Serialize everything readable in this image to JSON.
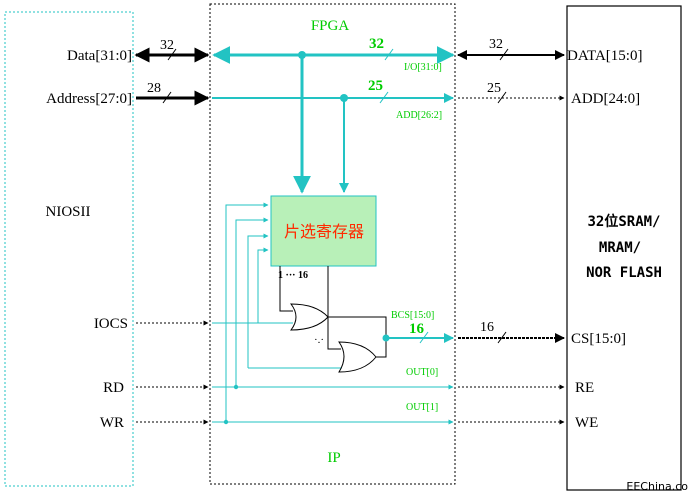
{
  "blocks": {
    "nios": "NIOSII",
    "fpga": "FPGA",
    "ip": "IP",
    "register": "片选寄存器",
    "memory": [
      "32位SRAM/",
      "MRAM/",
      "NOR FLASH"
    ]
  },
  "left_signals": {
    "data": "Data[31:0]",
    "address": "Address[27:0]",
    "iocs": "IOCS",
    "rd": "RD",
    "wr": "WR"
  },
  "right_signals": {
    "data": "DATA[15:0]",
    "add": "ADD[24:0]",
    "cs": "CS[15:0]",
    "re": "RE",
    "we": "WE"
  },
  "bus_widths": {
    "data_left": "32",
    "data_fpga": "32",
    "data_right": "32",
    "addr_left": "28",
    "addr_fpga": "25",
    "addr_right": "25",
    "cs_fpga": "16",
    "cs_right": "16"
  },
  "internal_labels": {
    "io": "I/O[31:0]",
    "add": "ADD[26:2]",
    "bcs": "BCS[15:0]",
    "out0": "OUT[0]",
    "out1": "OUT[1]",
    "reg_out": "1 ··· 16",
    "dots": "·.·"
  },
  "watermark": "EEChina.co",
  "colors": {
    "cyan": "#22c3c3",
    "green_text": "#00cc00",
    "red_text": "#ff2a00",
    "reg_fill": "#b8f0b8",
    "black": "#000000"
  }
}
